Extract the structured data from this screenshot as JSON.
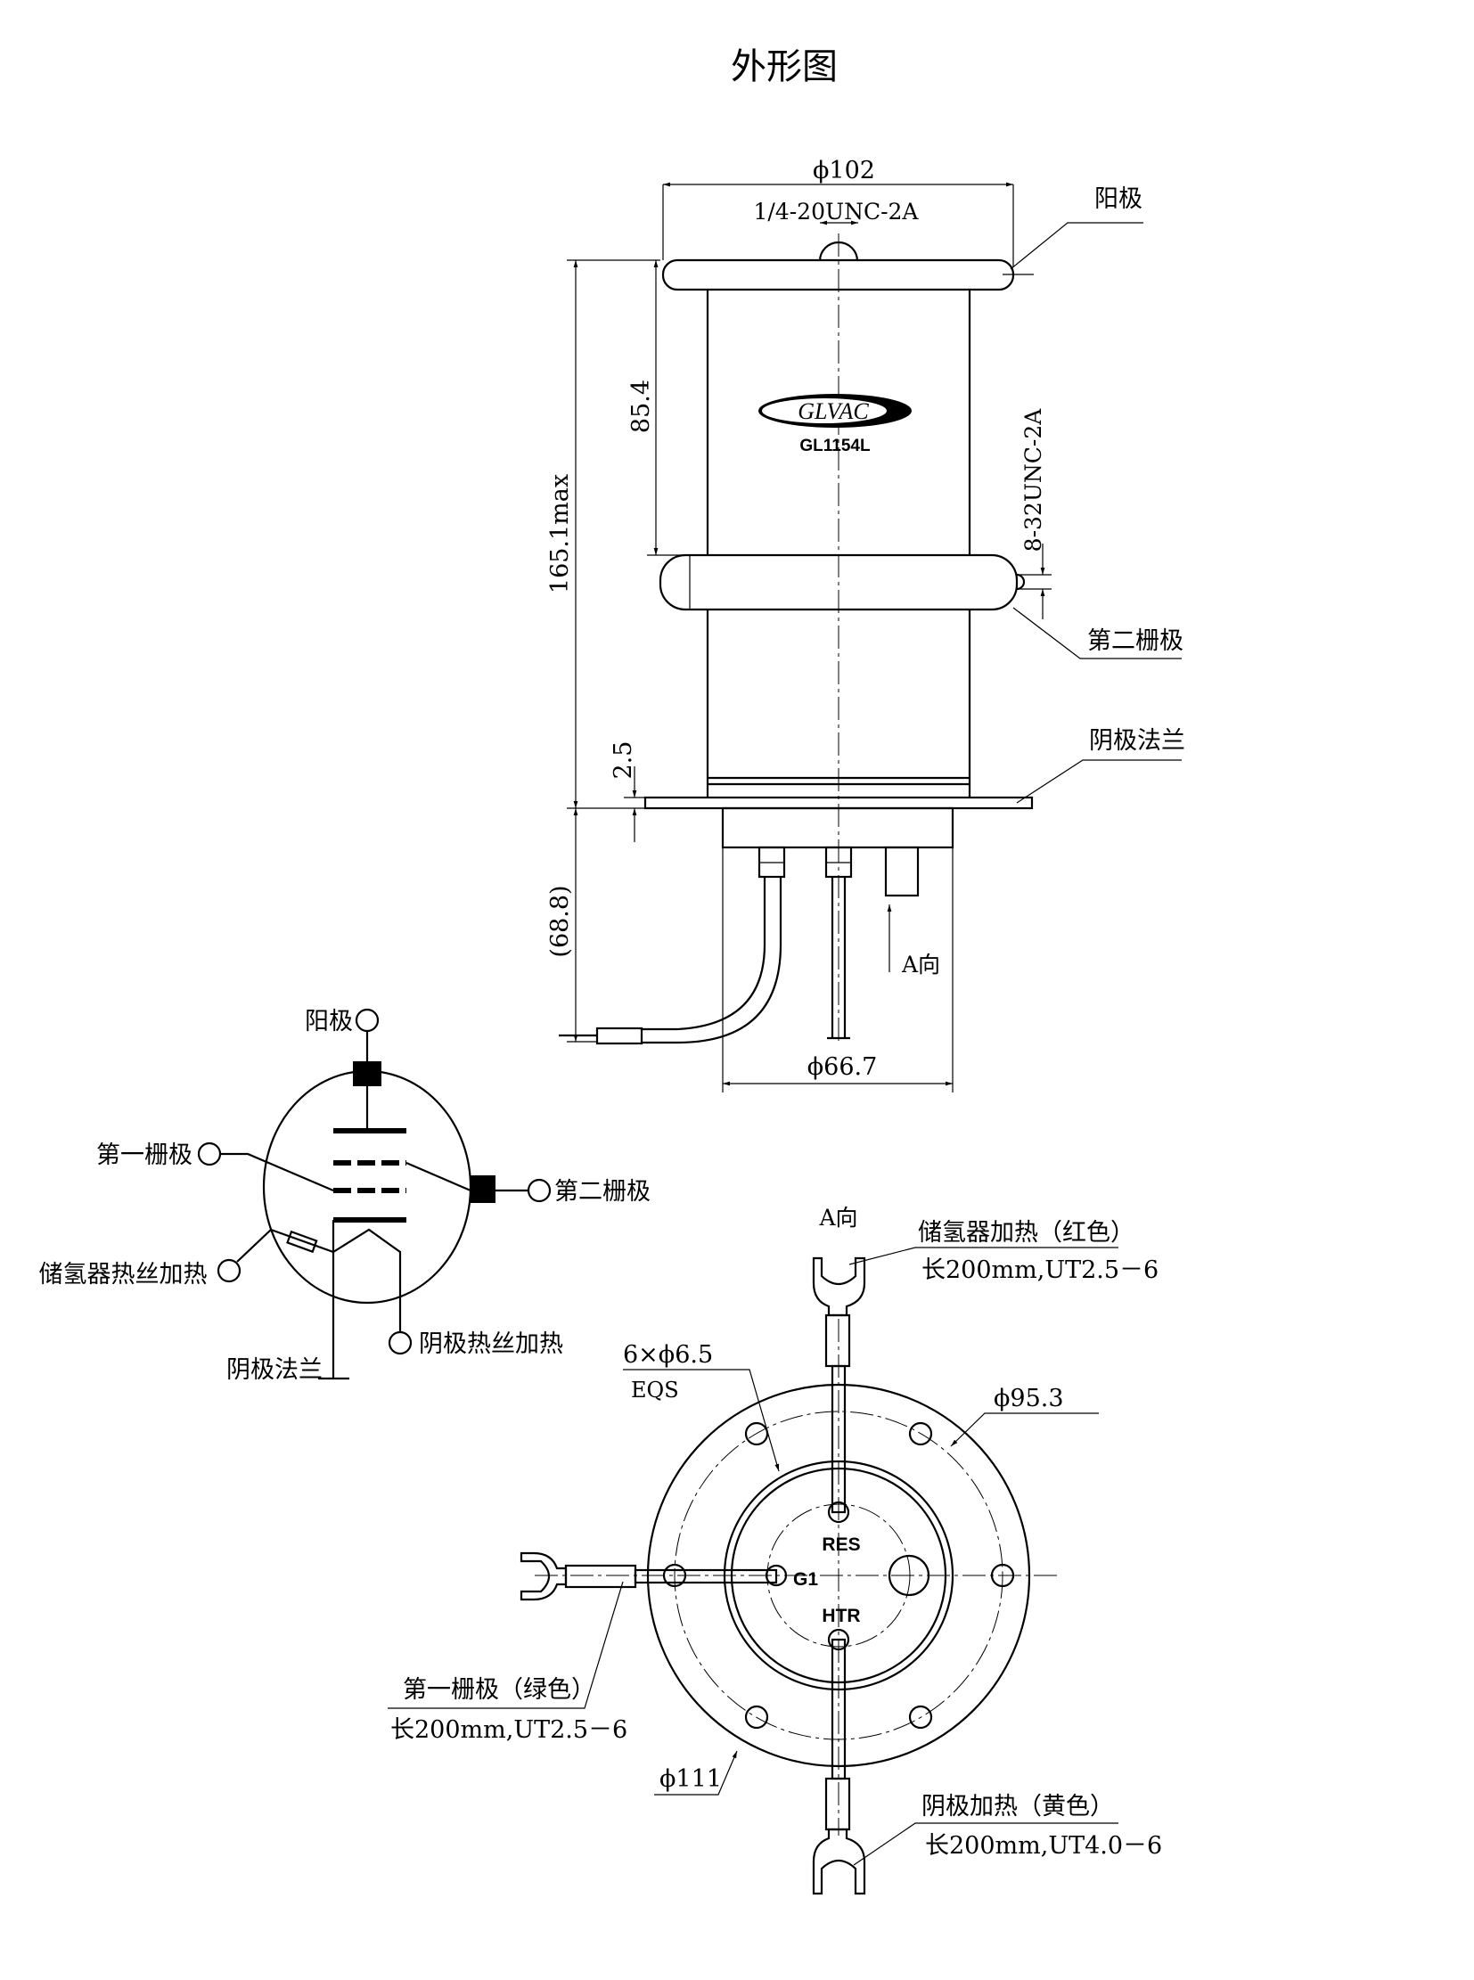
{
  "title": "外形图",
  "side_view": {
    "dia_top": "ϕ102",
    "thread_top": "1/4-20UNC-2A",
    "anode": "阳极",
    "height_max": "165.1max",
    "height_mid": "85.4",
    "thread_side": "8-32UNC-2A",
    "grid2": "第二栅极",
    "cathode_flange": "阴极法兰",
    "flange_thk": "2.5",
    "lead_len": "(68.8)",
    "dia_base": "ϕ66.7",
    "view_a": "A向",
    "logo_text": "GLVAC",
    "model": "GL1154L"
  },
  "schematic": {
    "anode": "阳极",
    "grid1": "第一栅极",
    "grid2": "第二栅极",
    "reservoir_heater": "储氢器热丝加热",
    "cathode_flange": "阴极法兰",
    "cathode_heater": "阴极热丝加热"
  },
  "bottom_view": {
    "view_a": "A向",
    "res_lead_title": "储氢器加热（红色）",
    "res_lead_spec": "长200mm,UT2.5－6",
    "holes": "6×ϕ6.5",
    "holes_eqs": "EQS",
    "bolt_circle": "ϕ95.3",
    "pin_res": "RES",
    "pin_g1": "G1",
    "pin_htr": "HTR",
    "g1_lead_title": "第一栅极（绿色）",
    "g1_lead_spec": "长200mm,UT2.5－6",
    "outer_dia": "ϕ111",
    "htr_lead_title": "阴极加热（黄色）",
    "htr_lead_spec": "长200mm,UT4.0－6"
  }
}
